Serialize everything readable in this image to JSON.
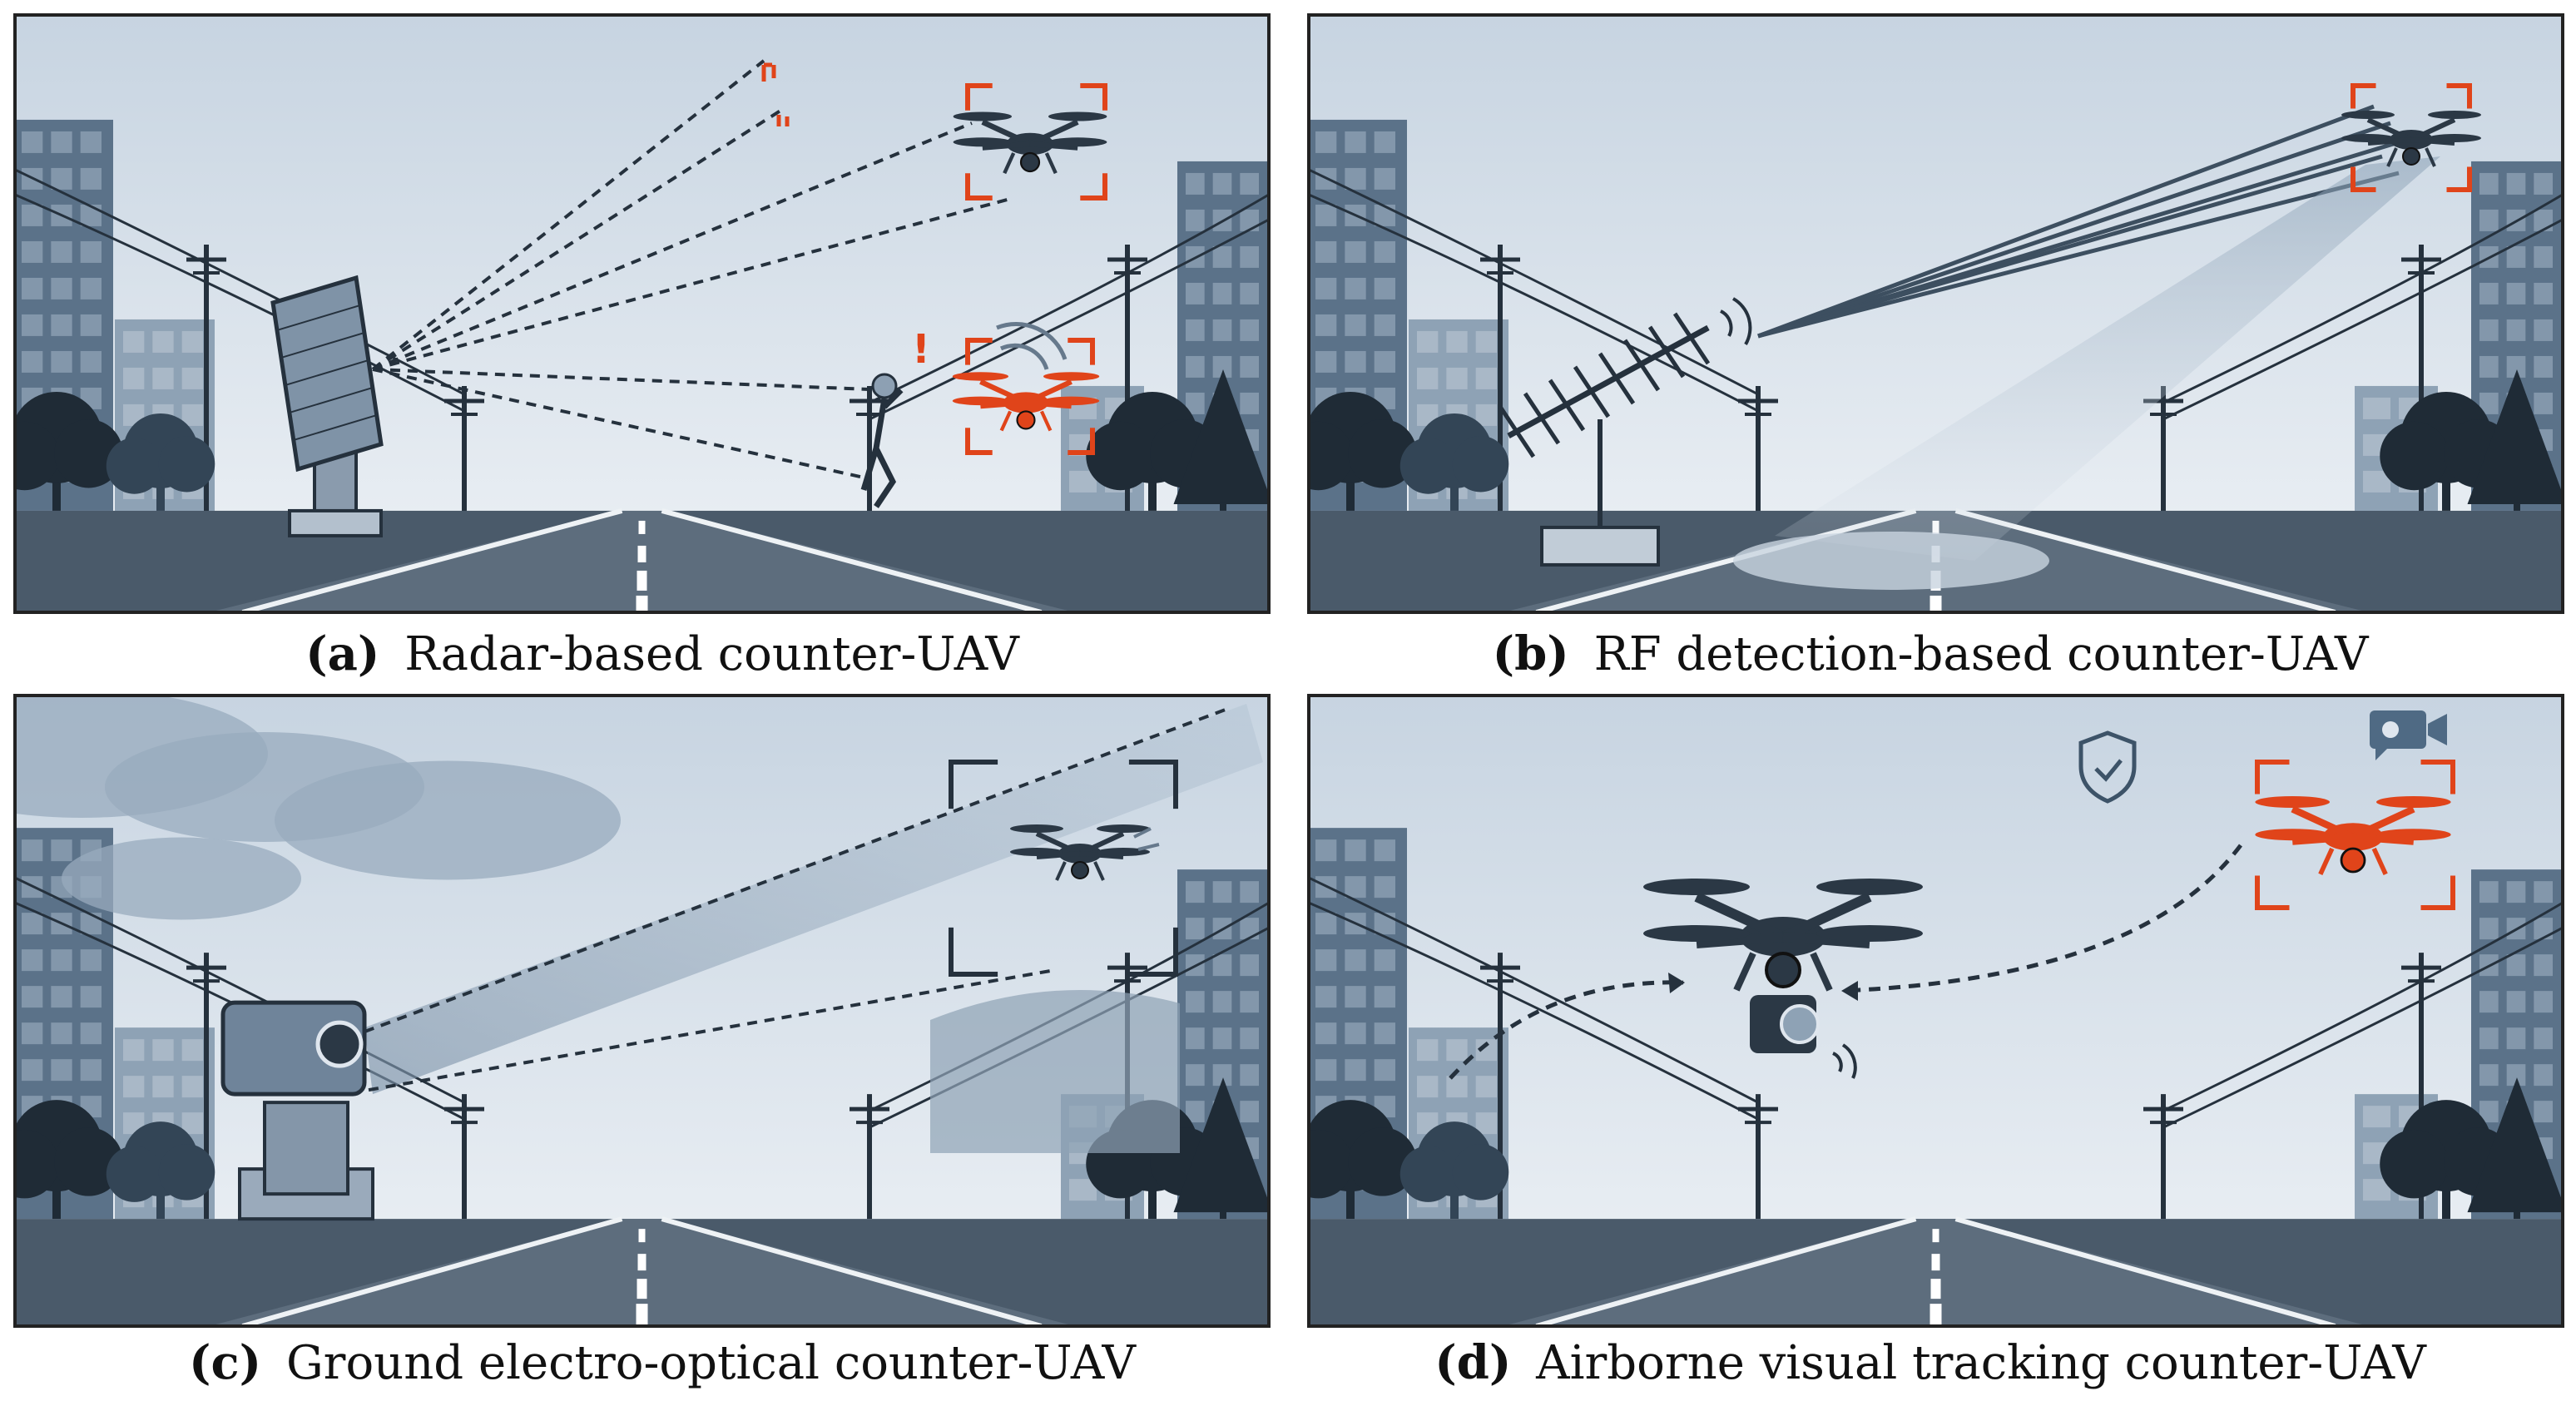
{
  "panels": [
    {
      "id": "a",
      "letter": "(a)",
      "caption": "Radar-based counter-UAV",
      "accent": "#e0441a"
    },
    {
      "id": "b",
      "letter": "(b)",
      "caption": "RF detection-based counter-UAV",
      "accent": "#e0441a"
    },
    {
      "id": "c",
      "letter": "(c)",
      "caption": "Ground electro-optical counter-UAV",
      "accent": "#1f2b36"
    },
    {
      "id": "d",
      "letter": "(d)",
      "caption": "Airborne visual tracking counter-UAV",
      "accent": "#e0441a"
    }
  ],
  "colors": {
    "sky": "#dfe7ef",
    "sky_top": "#c9d6e2",
    "building": "#5b7289",
    "building_light": "#8ea2b5",
    "tree": "#1f2b36",
    "road": "#4a5a6a",
    "dark": "#25313d",
    "orange": "#e0441a",
    "frame": "#222222"
  }
}
